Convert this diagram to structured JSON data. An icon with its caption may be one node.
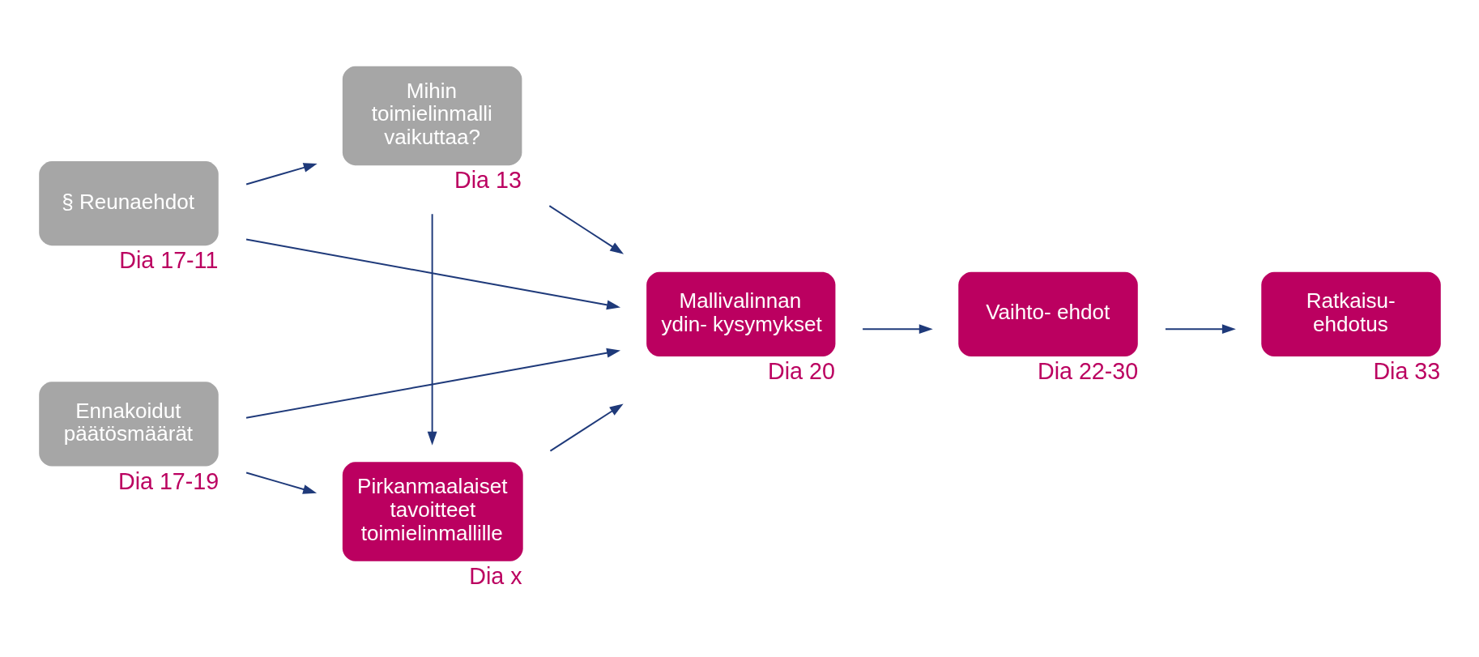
{
  "diagram": {
    "nodes": [
      {
        "text": [
          "Mihin toimielinmalli vaikuttaa?"
        ],
        "beside": [
          "Dia 13"
        ]
      },
      {
        "text": [
          "§ Reunaehdot"
        ],
        "beside": [
          "Dia 17-11"
        ]
      },
      {
        "text": [
          "Ennakoidut päätösmäärät"
        ],
        "beside": [
          "Dia 17-19"
        ]
      },
      {
        "text": [
          "Pirkanmaalaiset tavoitteet toimielinmallille"
        ],
        "beside": [
          "Dia x"
        ]
      },
      {
        "text": [
          "Mallivalinnan ydin- kysymykset"
        ],
        "beside": [
          "Dia 20"
        ]
      },
      {
        "text": [
          "Vaihto- ehdot"
        ],
        "beside": [
          "Dia 22-30"
        ]
      },
      {
        "text": [
          "Ratkaisu- ehdotus"
        ],
        "beside": [
          "Dia 33"
        ]
      }
    ],
    "edges": [
      {
        "from": 1,
        "to": 0,
        "arrow": "to"
      },
      {
        "from": 0,
        "to": 4,
        "arrow": "to"
      },
      {
        "from": 1,
        "to": 4,
        "arrow": "to"
      },
      {
        "from": 2,
        "to": 4,
        "arrow": "to"
      },
      {
        "from": 2,
        "to": 3,
        "arrow": "to"
      },
      {
        "from": 0,
        "to": 3,
        "arrow": "to"
      },
      {
        "from": 3,
        "to": 4,
        "arrow": "to"
      },
      {
        "from": 4,
        "to": 5,
        "arrow": "to"
      },
      {
        "from": 5,
        "to": 6,
        "arrow": "to"
      }
    ]
  }
}
